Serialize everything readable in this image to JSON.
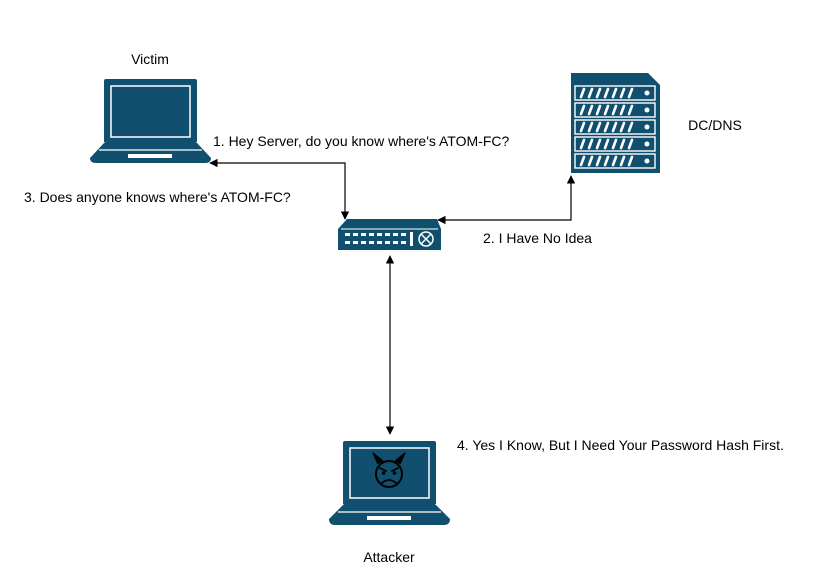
{
  "nodes": {
    "victim": {
      "label": "Victim",
      "icon": "laptop-icon"
    },
    "server": {
      "label": "DC/DNS",
      "icon": "server-rack-icon"
    },
    "switch": {
      "label": "",
      "icon": "network-switch-icon"
    },
    "attacker": {
      "label": "Attacker",
      "icon": "laptop-icon",
      "screen_icon": "angry-devil-face-icon"
    }
  },
  "messages": {
    "step1": "1. Hey Server, do you know where's ATOM-FC?",
    "step2": "2. I Have No Idea",
    "step3": "3. Does anyone knows where's ATOM-FC?",
    "step4": "4. Yes I Know, But I Need Your Password Hash First."
  },
  "colors": {
    "device": "#10506e",
    "outline": "#ffffff",
    "edge": "#000000",
    "background": "#ffffff"
  }
}
